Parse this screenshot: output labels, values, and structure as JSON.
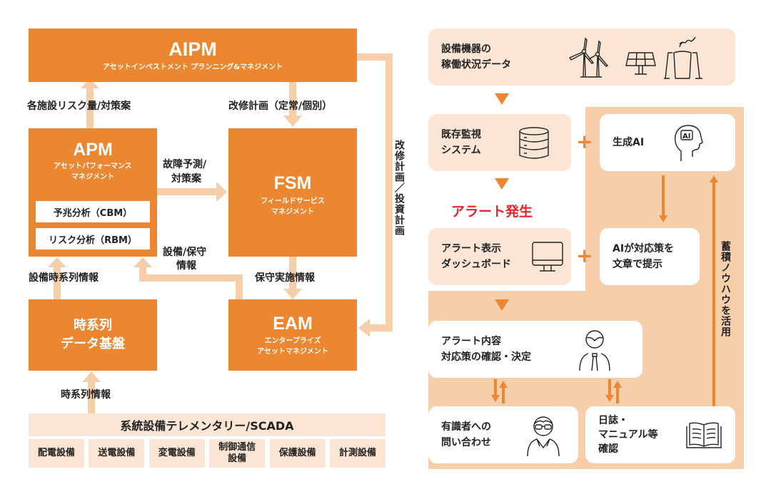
{
  "colors": {
    "orange": "#eb8731",
    "arrow_light": "#f7ceaa",
    "panel_light": "#fbe6d6",
    "panel_mid": "#f7ceaa",
    "alert_red": "#e8232a"
  },
  "left": {
    "aipm": {
      "title": "AIPM",
      "subtitle": "アセットインベストメント プランニング&マネジメント"
    },
    "apm": {
      "title": "APM",
      "subtitle_lines": [
        "アセットパフォーマンス",
        "マネジメント"
      ],
      "items": [
        "予兆分析（CBM）",
        "リスク分析（RBM）"
      ]
    },
    "fsm": {
      "title": "FSM",
      "subtitle_lines": [
        "フィールドサービス",
        "マネジメント"
      ]
    },
    "eam": {
      "title": "EAM",
      "subtitle_lines": [
        "エンタープライズ",
        "アセットマネジメント"
      ]
    },
    "timeseries": {
      "lines": [
        "時系列",
        "データ基盤"
      ]
    },
    "scada": {
      "title": "系統設備テレメンタリー/SCADA",
      "equipment": [
        "配電設備",
        "送電設備",
        "変電設備",
        "制御通信\n設備",
        "保護設備",
        "計測設備"
      ]
    },
    "labels": {
      "risk": "各施設リスク量/対策案",
      "repair_plan": "改修計画（定常/個別）",
      "failure_pred": [
        "故障予測/",
        "対策案"
      ],
      "equip_maint": [
        "設備/保守",
        "情報"
      ],
      "equip_ts": "設備時系列情報",
      "maint_done": "保守実施情報",
      "ts_info": "時系列情報",
      "vertical": "改修計画／投資計画"
    }
  },
  "right": {
    "equipment_data": {
      "lines": [
        "設備機器の",
        "稼働状況データ"
      ],
      "icons": [
        "wind-turbine-icon",
        "solar-panel-icon",
        "power-plant-icon"
      ]
    },
    "monitoring": {
      "lines": [
        "既存監視",
        "システム"
      ],
      "icon": "database-icon"
    },
    "gen_ai": {
      "label": "生成AI",
      "icon": "ai-head-icon"
    },
    "alert_heading": "アラート発生",
    "dashboard": {
      "lines": [
        "アラート表示",
        "ダッシュボード"
      ],
      "icon": "monitor-icon"
    },
    "ai_suggest": {
      "lines": [
        "AIが対応策を",
        "文章で提示"
      ]
    },
    "confirm": {
      "lines": [
        "アラート内容",
        "対応策の確認・決定"
      ],
      "icon": "person-icon"
    },
    "expert": {
      "lines": [
        "有識者への",
        "問い合わせ"
      ],
      "icon": "expert-icon"
    },
    "manual": {
      "lines": [
        "日誌・",
        "マニュアル等",
        "確認"
      ],
      "icon": "book-icon"
    },
    "knowhow": "蓄積ノウハウを活用",
    "plus": "+"
  }
}
